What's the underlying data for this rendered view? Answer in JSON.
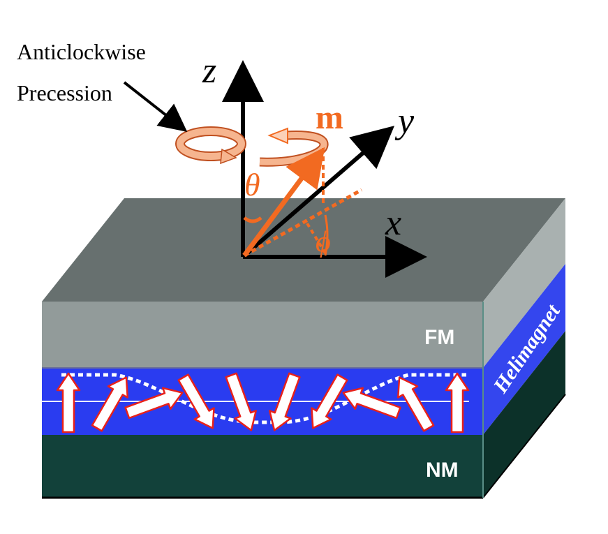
{
  "annotation": {
    "line1": "Anticlockwise",
    "line2": "Precession"
  },
  "axes": {
    "z": "z",
    "y": "y",
    "x": "x"
  },
  "vector": {
    "label": "m",
    "theta": "θ",
    "phi": "ϕ"
  },
  "layers": {
    "top": "FM",
    "middle": "Helimagnet",
    "bottom": "NM"
  },
  "colors": {
    "top_face": "#67706f",
    "fm_front": "#929b9a",
    "fm_side": "#a9b1b0",
    "heli_front": "#2a3cf0",
    "heli_side": "#3446ee",
    "nm_front": "#12413a",
    "nm_side": "#0c3129",
    "orange": "#f26a21",
    "arrow_fill": "#ffffff",
    "arrow_stroke": "#e8211a"
  },
  "spin_angles_deg": [
    0,
    30,
    70,
    150,
    160,
    200,
    210,
    290,
    330,
    0
  ]
}
